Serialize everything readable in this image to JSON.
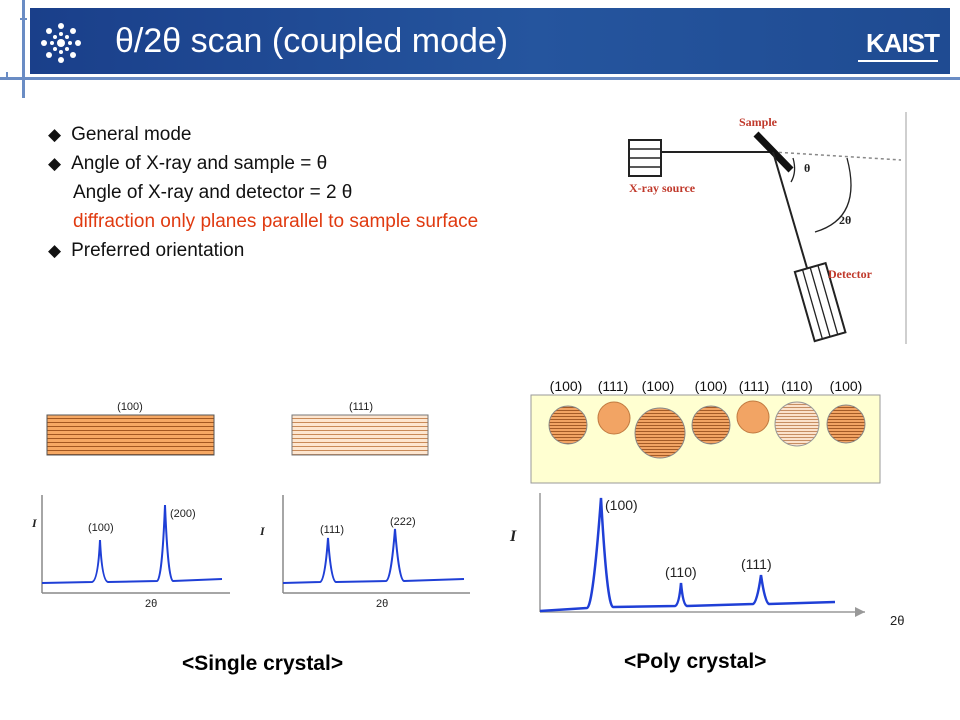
{
  "header": {
    "title": "θ/2θ scan  (coupled mode)",
    "logo_text": "KAIST",
    "colors": {
      "bar_dark": "#1a3f8a",
      "bar_light": "#25559e",
      "accent_line": "#6a8cc4"
    }
  },
  "bullets": {
    "item1": "General mode",
    "item2": "Angle of X-ray and sample = θ",
    "item2_sub1": "Angle of X-ray and detector = 2 θ",
    "item2_sub2": "diffraction only planes parallel to sample surface",
    "item3": "Preferred orientation",
    "marker": "◆",
    "highlight_color": "#e03a10"
  },
  "geometry_diagram": {
    "sample_label": "Sample",
    "source_label": "X-ray source",
    "detector_label": "Detector",
    "theta_label": "θ",
    "two_theta_label": "2θ"
  },
  "single_crystal": {
    "caption": "<Single crystal>",
    "panel_a": {
      "plane": "(100)",
      "peak1": "(100)",
      "peak2": "(200)",
      "y_label": "I",
      "x_label": "2θ"
    },
    "panel_b": {
      "plane": "(111)",
      "peak1": "(111)",
      "peak2": "(222)",
      "y_label": "I",
      "x_label": "2θ"
    }
  },
  "poly_crystal": {
    "caption": "<Poly crystal>",
    "grain_labels": [
      "(100)",
      "(111)",
      "(100)",
      "(100)",
      "(111)",
      "(110)",
      "(100)"
    ],
    "peak_labels": [
      "(100)",
      "(110)",
      "(111)"
    ],
    "y_label": "I",
    "x_label": "2θ"
  }
}
